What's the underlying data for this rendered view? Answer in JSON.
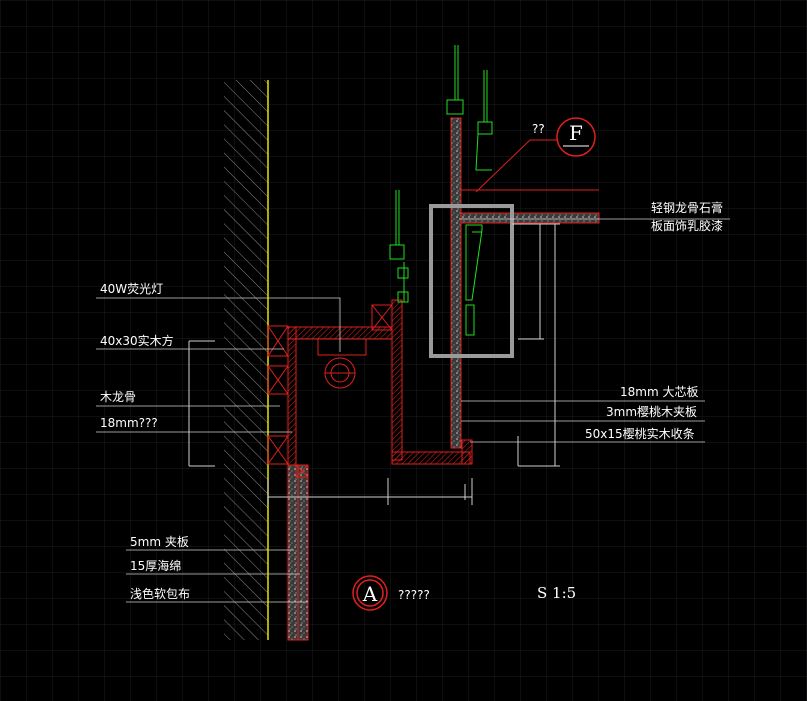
{
  "colors": {
    "background": "#000000",
    "grid": "#1b1b22",
    "red": "#e0201c",
    "green": "#20e020",
    "yellow": "#e6e600",
    "white": "#ffffff",
    "gray": "#9a9a9a",
    "hatch": "#8a8a8a"
  },
  "labels": {
    "ceiling_gypsum_line1": "轻钢龙骨石膏",
    "ceiling_gypsum_line2": "板面饰乳胶漆",
    "fluorescent_lamp": "40W荧光灯",
    "wood_batten": "40x30实木方",
    "wood_keel": "木龙骨",
    "plywood_18_unknown": "18mm???",
    "core_board_18": "18mm 大芯板",
    "cherry_veneer_3": "3mm樱桃木夹板",
    "cherry_strip": "50x15樱桃实木收条",
    "plywood_5": "5mm 夹板",
    "sponge_15": "15厚海绵",
    "fabric": "浅色软包布",
    "callout_f_question": "??",
    "callout_f_letter": "F",
    "section_marker": "A",
    "section_title": "?????",
    "scale": "S 1:5"
  }
}
